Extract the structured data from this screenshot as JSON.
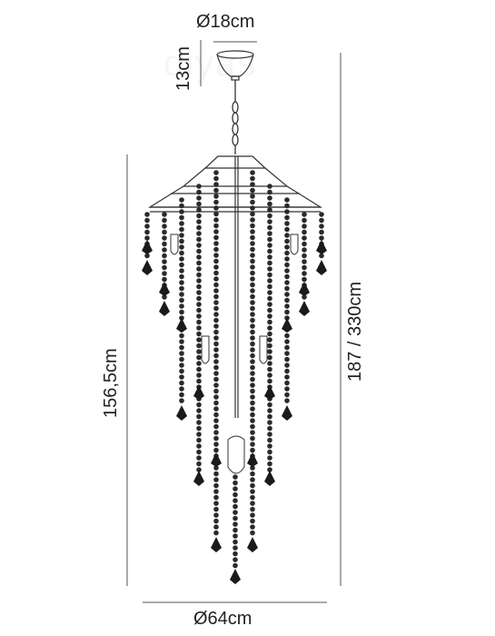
{
  "dimensions": {
    "top_diameter": "Ø18cm",
    "canopy_height": "13cm",
    "body_height": "156,5cm",
    "total_height": "187 / 330cm",
    "bottom_diameter": "Ø64cm"
  },
  "watermark": "diyas",
  "colors": {
    "line": "#333333",
    "crystal": "#1a1a1a",
    "bead": "#2a2a2a"
  }
}
